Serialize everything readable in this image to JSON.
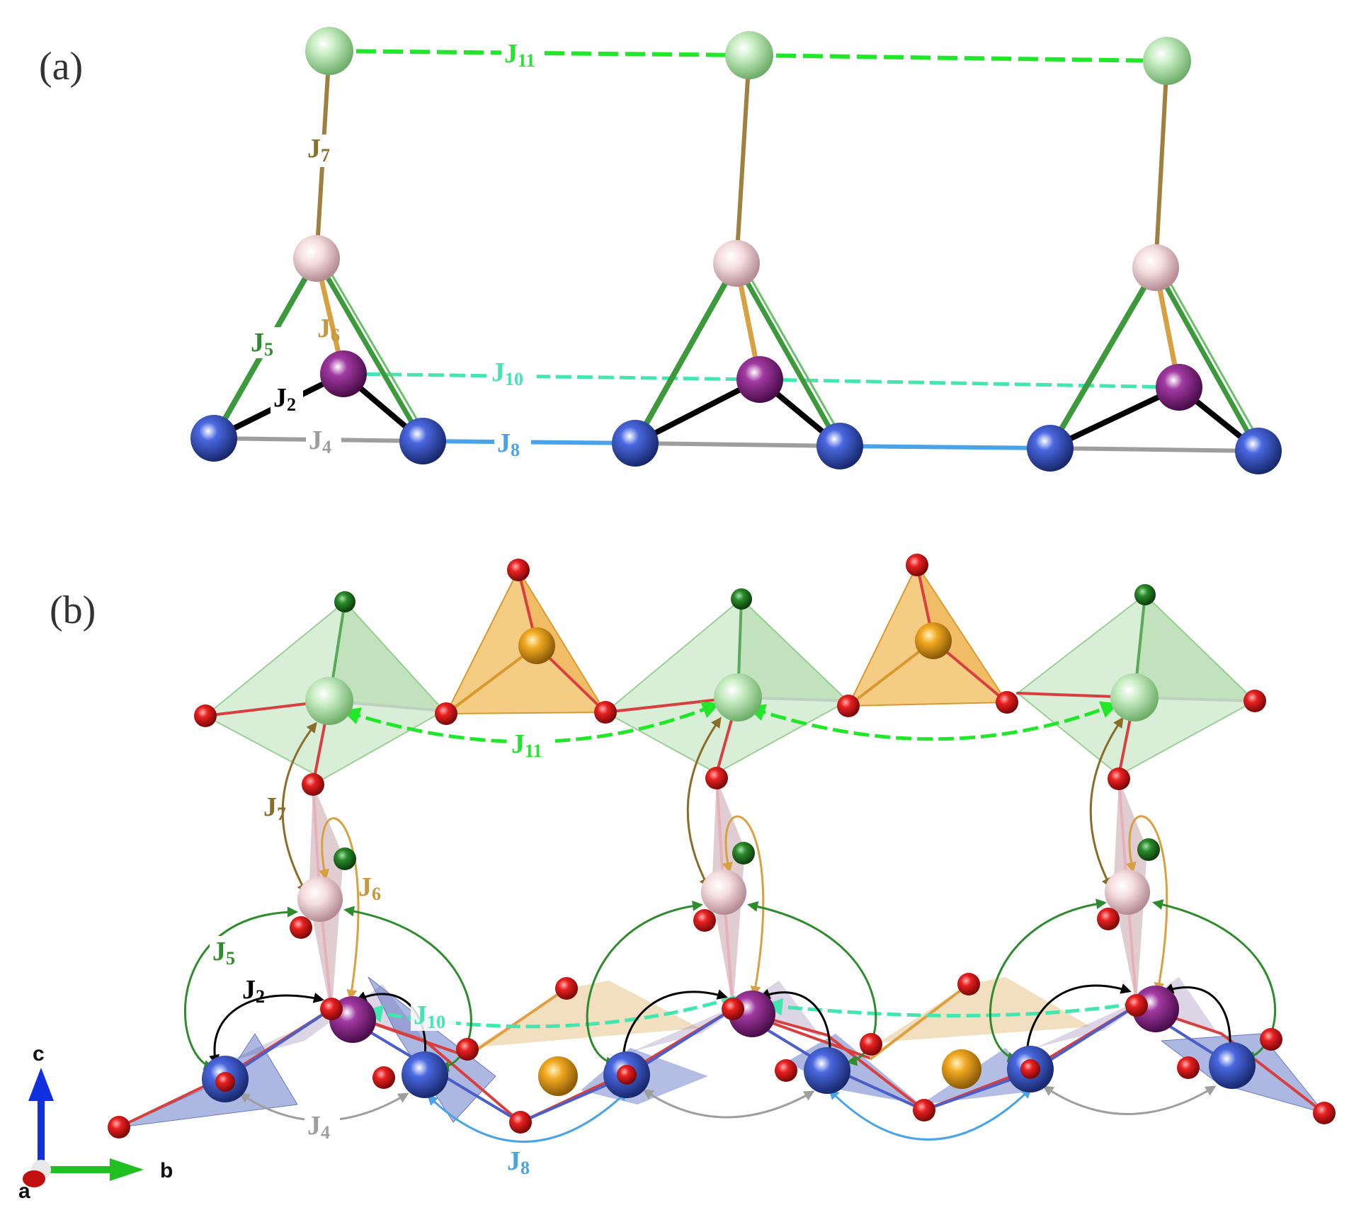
{
  "panels": {
    "a": "(a)",
    "b": "(b)"
  },
  "couplings": {
    "J2": {
      "letter": "J",
      "sub": "2",
      "color": "#000000"
    },
    "J4": {
      "letter": "J",
      "sub": "4",
      "color": "#9e9e9e"
    },
    "J5": {
      "letter": "J",
      "sub": "5",
      "color": "#2e8b2e"
    },
    "J6": {
      "letter": "J",
      "sub": "6",
      "color": "#c8963c"
    },
    "J7": {
      "letter": "J",
      "sub": "7",
      "color": "#8b6d2a"
    },
    "J8": {
      "letter": "J",
      "sub": "8",
      "color": "#4aa3e8"
    },
    "J10": {
      "letter": "J",
      "sub": "10",
      "color": "#44e6b0"
    },
    "J11": {
      "letter": "J",
      "sub": "11",
      "color": "#22e62a"
    }
  },
  "atom_colors": {
    "light_green": "#b8e6b0",
    "pink": "#f2d4d8",
    "purple": "#8a1f8a",
    "blue": "#2f4fc8",
    "red": "#e01818",
    "orange": "#f0a020",
    "dark_green": "#1f7a1f"
  },
  "axes": {
    "c": "c",
    "b": "b",
    "a": "a"
  }
}
